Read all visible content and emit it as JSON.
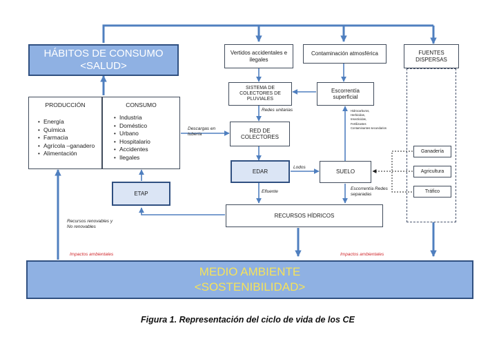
{
  "habitos": {
    "line1": "HÁBITOS DE CONSUMO",
    "line2": "<SALUD>"
  },
  "vertidos": "Vertidos accidentales e ilegales",
  "contaminacion": "Contaminación atmosférica",
  "fuentes": "FUENTES DISPERSAS",
  "sistema": "SISTEMA DE COLECTORES DE PLUVIALES",
  "escorrentia": "Escorrentía superficial",
  "produccion": {
    "title": "PRODUCCIÓN",
    "items": [
      "Energía",
      "Química",
      "Farmacia",
      "Agrícola –ganadero",
      "Alimentación"
    ]
  },
  "consumo": {
    "title": "CONSUMO",
    "items": [
      "Industria",
      "Doméstico",
      "Urbano",
      "Hospitalario",
      "Accidentes",
      "Ilegales"
    ]
  },
  "red": "RED DE COLECTORES",
  "contaminants": [
    "Hidrocarburos,",
    "Herbicidas,",
    "Insecticidas,",
    "Fertilizantes",
    "Contaminantes secundarios"
  ],
  "ganaderia": "Ganadería",
  "agricultura": "Agricultura",
  "trafico": "Tráfico",
  "edar": "EDAR",
  "suelo": "SUELO",
  "etap": "ETAP",
  "recursos": "RECURSOS HÍDRICOS",
  "medio": {
    "line1": "MEDIO AMBIENTE",
    "line2": "<SOSTENIBILIDAD>"
  },
  "labels": {
    "redes_unitarias": "Redes unitarias",
    "descargas": "Descargas en tubería",
    "lodos": "Lodos",
    "efluente": "Efluente",
    "escorrentia_redes": "Escorrentía Redes separadas",
    "recursos_renovables": "Recursos renovables y No renovables",
    "impactos_left": "Impactos ambientales",
    "impactos_right": "Impactos ambientales"
  },
  "caption": "Figura 1. Representación del ciclo de vida de los CE",
  "colors": {
    "arrow": "#4f7fbf",
    "box_fill": "#8fb1e3",
    "light_fill": "#dbe5f5",
    "impact_text": "#d0262b"
  }
}
